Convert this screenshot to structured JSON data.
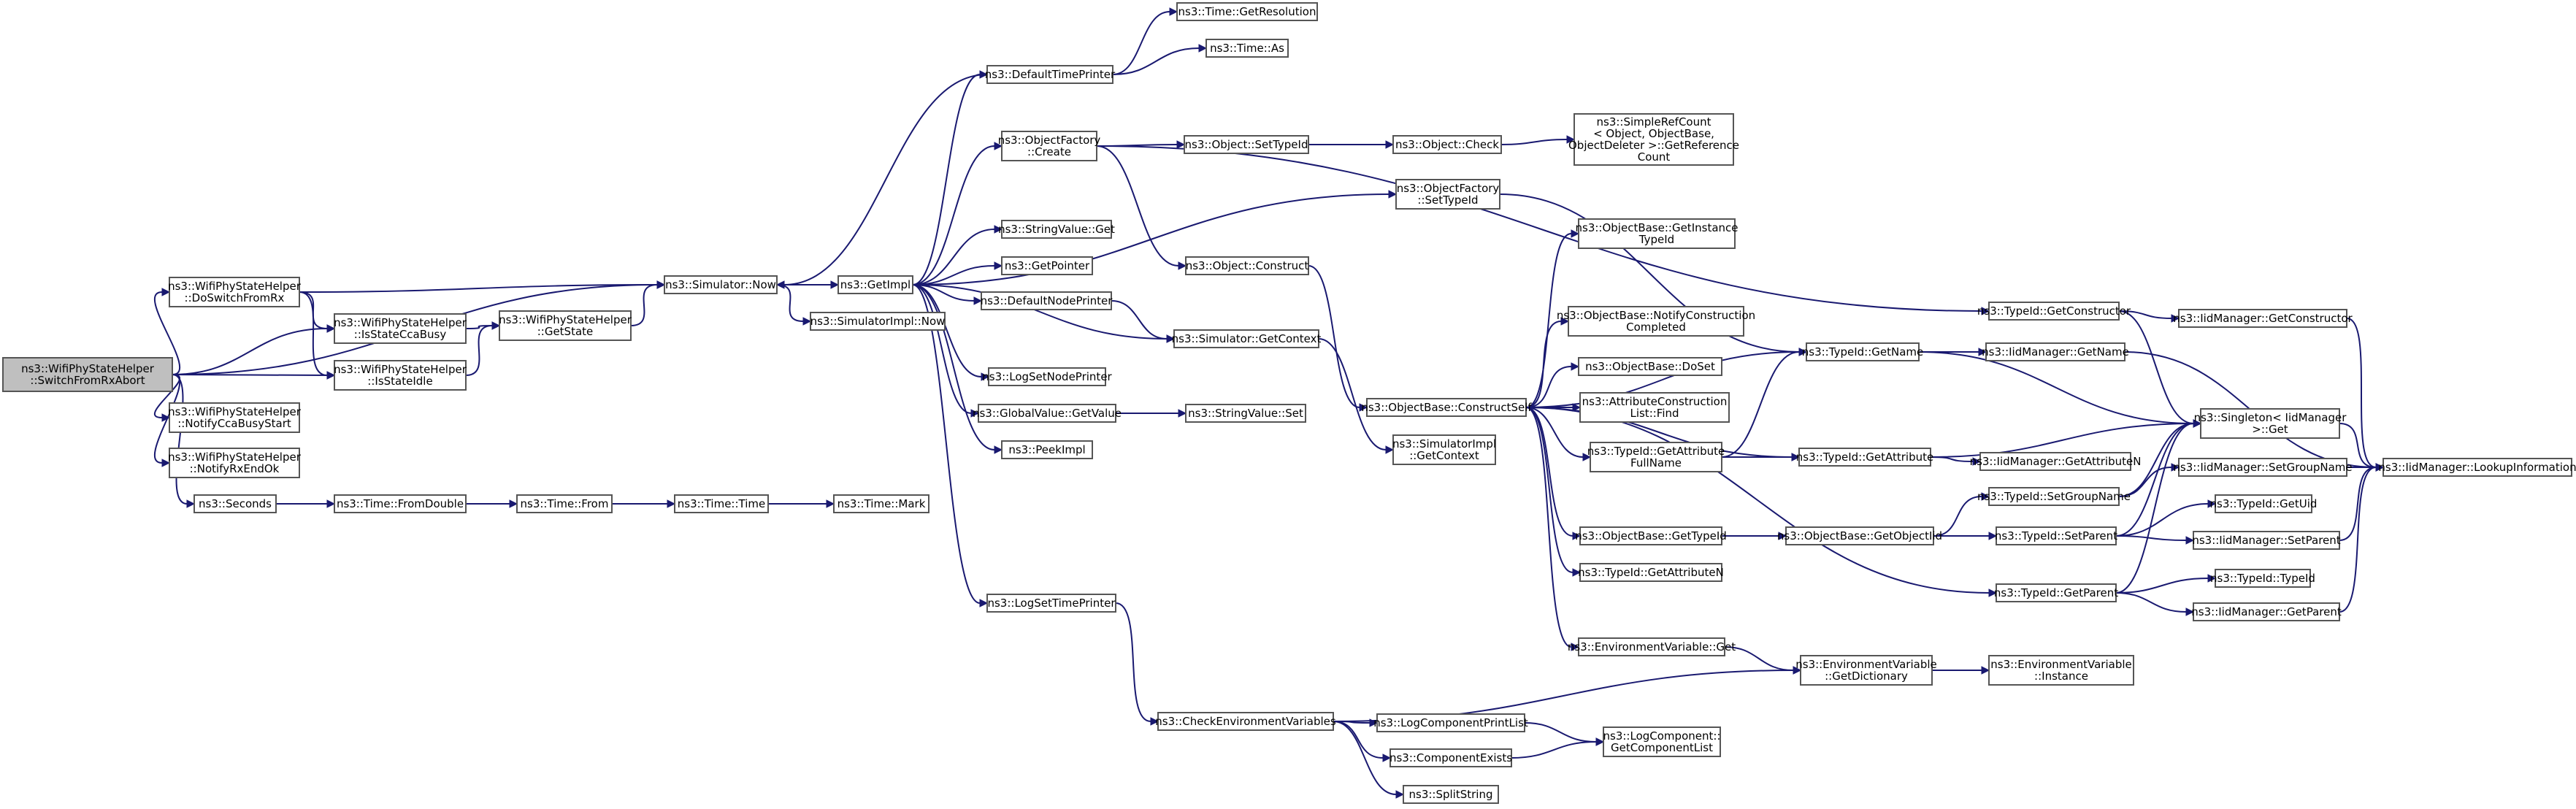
{
  "colors": {
    "edge": "#191970",
    "node_border": "#555555",
    "root_fill": "#bfbfbf",
    "node_fill": "#ffffff"
  },
  "root": "switchfromrxabort",
  "nodes": [
    {
      "id": "switchfromrxabort",
      "label": [
        "ns3::WifiPhyStateHelper",
        "::SwitchFromRxAbort"
      ]
    },
    {
      "id": "doswitchfromrx",
      "label": [
        "ns3::WifiPhyStateHelper",
        "::DoSwitchFromRx"
      ]
    },
    {
      "id": "isstateccabusy",
      "label": [
        "ns3::WifiPhyStateHelper",
        "::IsStateCcaBusy"
      ]
    },
    {
      "id": "isstateidle",
      "label": [
        "ns3::WifiPhyStateHelper",
        "::IsStateIdle"
      ]
    },
    {
      "id": "notifyccabusystart",
      "label": [
        "ns3::WifiPhyStateHelper",
        "::NotifyCcaBusyStart"
      ]
    },
    {
      "id": "notifyrxendok",
      "label": [
        "ns3::WifiPhyStateHelper",
        "::NotifyRxEndOk"
      ]
    },
    {
      "id": "seconds",
      "label": [
        "ns3::Seconds"
      ]
    },
    {
      "id": "getstate",
      "label": [
        "ns3::WifiPhyStateHelper",
        "::GetState"
      ]
    },
    {
      "id": "fromdouble",
      "label": [
        "ns3::Time::FromDouble"
      ]
    },
    {
      "id": "simnow",
      "label": [
        "ns3::Simulator::Now"
      ]
    },
    {
      "id": "timefrom",
      "label": [
        "ns3::Time::From"
      ]
    },
    {
      "id": "timetime",
      "label": [
        "ns3::Time::Time"
      ]
    },
    {
      "id": "timemark",
      "label": [
        "ns3::Time::Mark"
      ]
    },
    {
      "id": "getimpl",
      "label": [
        "ns3::GetImpl"
      ]
    },
    {
      "id": "simimplnow",
      "label": [
        "ns3::SimulatorImpl::Now"
      ]
    },
    {
      "id": "defaulttimeprinter",
      "label": [
        "ns3::DefaultTimePrinter"
      ]
    },
    {
      "id": "getresolution",
      "label": [
        "ns3::Time::GetResolution"
      ]
    },
    {
      "id": "timeas",
      "label": [
        "ns3::Time::As"
      ]
    },
    {
      "id": "ofcreate",
      "label": [
        "ns3::ObjectFactory",
        "::Create"
      ]
    },
    {
      "id": "stringvalueget",
      "label": [
        "ns3::StringValue::Get"
      ]
    },
    {
      "id": "getpointer",
      "label": [
        "ns3::GetPointer"
      ]
    },
    {
      "id": "defaultnodeprinter",
      "label": [
        "ns3::DefaultNodePrinter"
      ]
    },
    {
      "id": "logsetnodeprinter",
      "label": [
        "ns3::LogSetNodePrinter"
      ]
    },
    {
      "id": "globalvalueget",
      "label": [
        "ns3::GlobalValue::GetValue"
      ]
    },
    {
      "id": "peekimpl",
      "label": [
        "ns3::PeekImpl"
      ]
    },
    {
      "id": "logsettimeprinter",
      "label": [
        "ns3::LogSetTimePrinter"
      ]
    },
    {
      "id": "objsettypeid",
      "label": [
        "ns3::Object::SetTypeId"
      ]
    },
    {
      "id": "objcheck",
      "label": [
        "ns3::Object::Check"
      ]
    },
    {
      "id": "getrefcount",
      "label": [
        "ns3::SimpleRefCount",
        "< Object, ObjectBase,",
        "ObjectDeleter >::GetReference",
        "Count"
      ]
    },
    {
      "id": "ofsettypeid",
      "label": [
        "ns3::ObjectFactory",
        "::SetTypeId"
      ]
    },
    {
      "id": "objconstruct",
      "label": [
        "ns3::Object::Construct"
      ]
    },
    {
      "id": "simgetcontext",
      "label": [
        "ns3::Simulator::GetContext"
      ]
    },
    {
      "id": "stringvalueset",
      "label": [
        "ns3::StringValue::Set"
      ]
    },
    {
      "id": "simimplgetcontext",
      "label": [
        "ns3::SimulatorImpl",
        "::GetContext"
      ]
    },
    {
      "id": "constructself",
      "label": [
        "ns3::ObjectBase::ConstructSelf"
      ]
    },
    {
      "id": "getinstancetypeid",
      "label": [
        "ns3::ObjectBase::GetInstance",
        "TypeId"
      ]
    },
    {
      "id": "notifyconstruction",
      "label": [
        "ns3::ObjectBase::NotifyConstruction",
        "Completed"
      ]
    },
    {
      "id": "doset",
      "label": [
        "ns3::ObjectBase::DoSet"
      ]
    },
    {
      "id": "acfind",
      "label": [
        "ns3::AttributeConstruction",
        "List::Find"
      ]
    },
    {
      "id": "getattrfullname",
      "label": [
        "ns3::TypeId::GetAttribute",
        "FullName"
      ]
    },
    {
      "id": "obgettypeid",
      "label": [
        "ns3::ObjectBase::GetTypeId"
      ]
    },
    {
      "id": "getattributen",
      "label": [
        "ns3::TypeId::GetAttributeN"
      ]
    },
    {
      "id": "envget",
      "label": [
        "ns3::EnvironmentVariable::Get"
      ]
    },
    {
      "id": "typeidgetname",
      "label": [
        "ns3::TypeId::GetName"
      ]
    },
    {
      "id": "typeidgetattribute",
      "label": [
        "ns3::TypeId::GetAttribute"
      ]
    },
    {
      "id": "getobjectiid",
      "label": [
        "ns3::ObjectBase::GetObjectIid"
      ]
    },
    {
      "id": "envgetdictionary",
      "label": [
        "ns3::EnvironmentVariable",
        "::GetDictionary"
      ]
    },
    {
      "id": "typeidgetconstructor",
      "label": [
        "ns3::TypeId::GetConstructor"
      ]
    },
    {
      "id": "iidgetname",
      "label": [
        "ns3::IidManager::GetName"
      ]
    },
    {
      "id": "iidgetattributen",
      "label": [
        "ns3::IidManager::GetAttributeN"
      ]
    },
    {
      "id": "setgroupname",
      "label": [
        "ns3::TypeId::SetGroupName"
      ]
    },
    {
      "id": "setparent",
      "label": [
        "ns3::TypeId::SetParent"
      ]
    },
    {
      "id": "getparent",
      "label": [
        "ns3::TypeId::GetParent"
      ]
    },
    {
      "id": "envinstance",
      "label": [
        "ns3::EnvironmentVariable",
        "::Instance"
      ]
    },
    {
      "id": "iidgetconstructor",
      "label": [
        "ns3::IidManager::GetConstructor"
      ]
    },
    {
      "id": "singletonget",
      "label": [
        "ns3::Singleton< IidManager",
        ">::Get"
      ]
    },
    {
      "id": "iidsetgroupname",
      "label": [
        "ns3::IidManager::SetGroupName"
      ]
    },
    {
      "id": "typeidgetuid",
      "label": [
        "ns3::TypeId::GetUid"
      ]
    },
    {
      "id": "iidsetparent",
      "label": [
        "ns3::IidManager::SetParent"
      ]
    },
    {
      "id": "typeidtypeid",
      "label": [
        "ns3::TypeId::TypeId"
      ]
    },
    {
      "id": "iidgetparent",
      "label": [
        "ns3::IidManager::GetParent"
      ]
    },
    {
      "id": "lookupinformation",
      "label": [
        "ns3::IidManager::LookupInformation"
      ]
    },
    {
      "id": "checkenvvars",
      "label": [
        "ns3::CheckEnvironmentVariables"
      ]
    },
    {
      "id": "logcomponentprintlist",
      "label": [
        "ns3::LogComponentPrintList"
      ]
    },
    {
      "id": "componentexists",
      "label": [
        "ns3::ComponentExists"
      ]
    },
    {
      "id": "splitstring",
      "label": [
        "ns3::SplitString"
      ]
    },
    {
      "id": "logcomponentgetlist",
      "label": [
        "ns3::LogComponent::",
        "GetComponentList"
      ]
    }
  ],
  "edges": [
    [
      "switchfromrxabort",
      "doswitchfromrx"
    ],
    [
      "switchfromrxabort",
      "isstateccabusy"
    ],
    [
      "switchfromrxabort",
      "isstateidle"
    ],
    [
      "switchfromrxabort",
      "notifyccabusystart"
    ],
    [
      "switchfromrxabort",
      "notifyrxendok"
    ],
    [
      "switchfromrxabort",
      "seconds"
    ],
    [
      "switchfromrxabort",
      "simnow"
    ],
    [
      "doswitchfromrx",
      "simnow"
    ],
    [
      "doswitchfromrx",
      "isstateccabusy"
    ],
    [
      "doswitchfromrx",
      "isstateidle"
    ],
    [
      "isstateccabusy",
      "getstate"
    ],
    [
      "isstateidle",
      "getstate"
    ],
    [
      "getstate",
      "simnow"
    ],
    [
      "seconds",
      "fromdouble"
    ],
    [
      "fromdouble",
      "timefrom"
    ],
    [
      "timefrom",
      "timetime"
    ],
    [
      "timetime",
      "timemark"
    ],
    [
      "simnow",
      "getimpl"
    ],
    [
      "simnow",
      "simimplnow"
    ],
    [
      "getimpl",
      "defaulttimeprinter"
    ],
    [
      "getimpl",
      "ofcreate"
    ],
    [
      "getimpl",
      "stringvalueget"
    ],
    [
      "getimpl",
      "getpointer"
    ],
    [
      "getimpl",
      "defaultnodeprinter"
    ],
    [
      "getimpl",
      "simgetcontext"
    ],
    [
      "getimpl",
      "logsetnodeprinter"
    ],
    [
      "getimpl",
      "globalvalueget"
    ],
    [
      "getimpl",
      "peekimpl"
    ],
    [
      "getimpl",
      "logsettimeprinter"
    ],
    [
      "getimpl",
      "ofsettypeid"
    ],
    [
      "defaulttimeprinter",
      "getresolution"
    ],
    [
      "defaulttimeprinter",
      "timeas"
    ],
    [
      "defaulttimeprinter",
      "simnow"
    ],
    [
      "ofcreate",
      "objsettypeid"
    ],
    [
      "ofcreate",
      "objconstruct"
    ],
    [
      "ofcreate",
      "typeidgetconstructor"
    ],
    [
      "objsettypeid",
      "objcheck"
    ],
    [
      "objcheck",
      "getrefcount"
    ],
    [
      "ofsettypeid",
      "typeidgetname"
    ],
    [
      "objconstruct",
      "constructself"
    ],
    [
      "defaultnodeprinter",
      "simgetcontext"
    ],
    [
      "simgetcontext",
      "simimplgetcontext"
    ],
    [
      "globalvalueget",
      "stringvalueset"
    ],
    [
      "logsettimeprinter",
      "checkenvvars"
    ],
    [
      "constructself",
      "getinstancetypeid"
    ],
    [
      "constructself",
      "notifyconstruction"
    ],
    [
      "constructself",
      "doset"
    ],
    [
      "constructself",
      "acfind"
    ],
    [
      "constructself",
      "getattrfullname"
    ],
    [
      "constructself",
      "obgettypeid"
    ],
    [
      "constructself",
      "getattributen"
    ],
    [
      "constructself",
      "envget"
    ],
    [
      "constructself",
      "typeidgetname"
    ],
    [
      "constructself",
      "typeidgetattribute"
    ],
    [
      "constructself",
      "getparent"
    ],
    [
      "getattrfullname",
      "typeidgetname"
    ],
    [
      "getattrfullname",
      "typeidgetattribute"
    ],
    [
      "obgettypeid",
      "getobjectiid"
    ],
    [
      "getobjectiid",
      "setgroupname"
    ],
    [
      "getobjectiid",
      "setparent"
    ],
    [
      "envget",
      "envgetdictionary"
    ],
    [
      "envgetdictionary",
      "envinstance"
    ],
    [
      "typeidgetname",
      "iidgetname"
    ],
    [
      "typeidgetname",
      "singletonget"
    ],
    [
      "typeidgetattribute",
      "iidgetattributen"
    ],
    [
      "typeidgetattribute",
      "singletonget"
    ],
    [
      "typeidgetconstructor",
      "iidgetconstructor"
    ],
    [
      "typeidgetconstructor",
      "singletonget"
    ],
    [
      "setgroupname",
      "iidsetgroupname"
    ],
    [
      "setgroupname",
      "singletonget"
    ],
    [
      "setparent",
      "typeidgetuid"
    ],
    [
      "setparent",
      "iidsetparent"
    ],
    [
      "setparent",
      "singletonget"
    ],
    [
      "getparent",
      "typeidtypeid"
    ],
    [
      "getparent",
      "iidgetparent"
    ],
    [
      "getparent",
      "singletonget"
    ],
    [
      "iidgetname",
      "lookupinformation"
    ],
    [
      "iidgetconstructor",
      "lookupinformation"
    ],
    [
      "iidsetgroupname",
      "lookupinformation"
    ],
    [
      "iidsetparent",
      "lookupinformation"
    ],
    [
      "iidgetparent",
      "lookupinformation"
    ],
    [
      "singletonget",
      "lookupinformation"
    ],
    [
      "checkenvvars",
      "envgetdictionary"
    ],
    [
      "checkenvvars",
      "logcomponentprintlist"
    ],
    [
      "checkenvvars",
      "componentexists"
    ],
    [
      "checkenvvars",
      "splitstring"
    ],
    [
      "logcomponentprintlist",
      "logcomponentgetlist"
    ],
    [
      "componentexists",
      "logcomponentgetlist"
    ]
  ]
}
